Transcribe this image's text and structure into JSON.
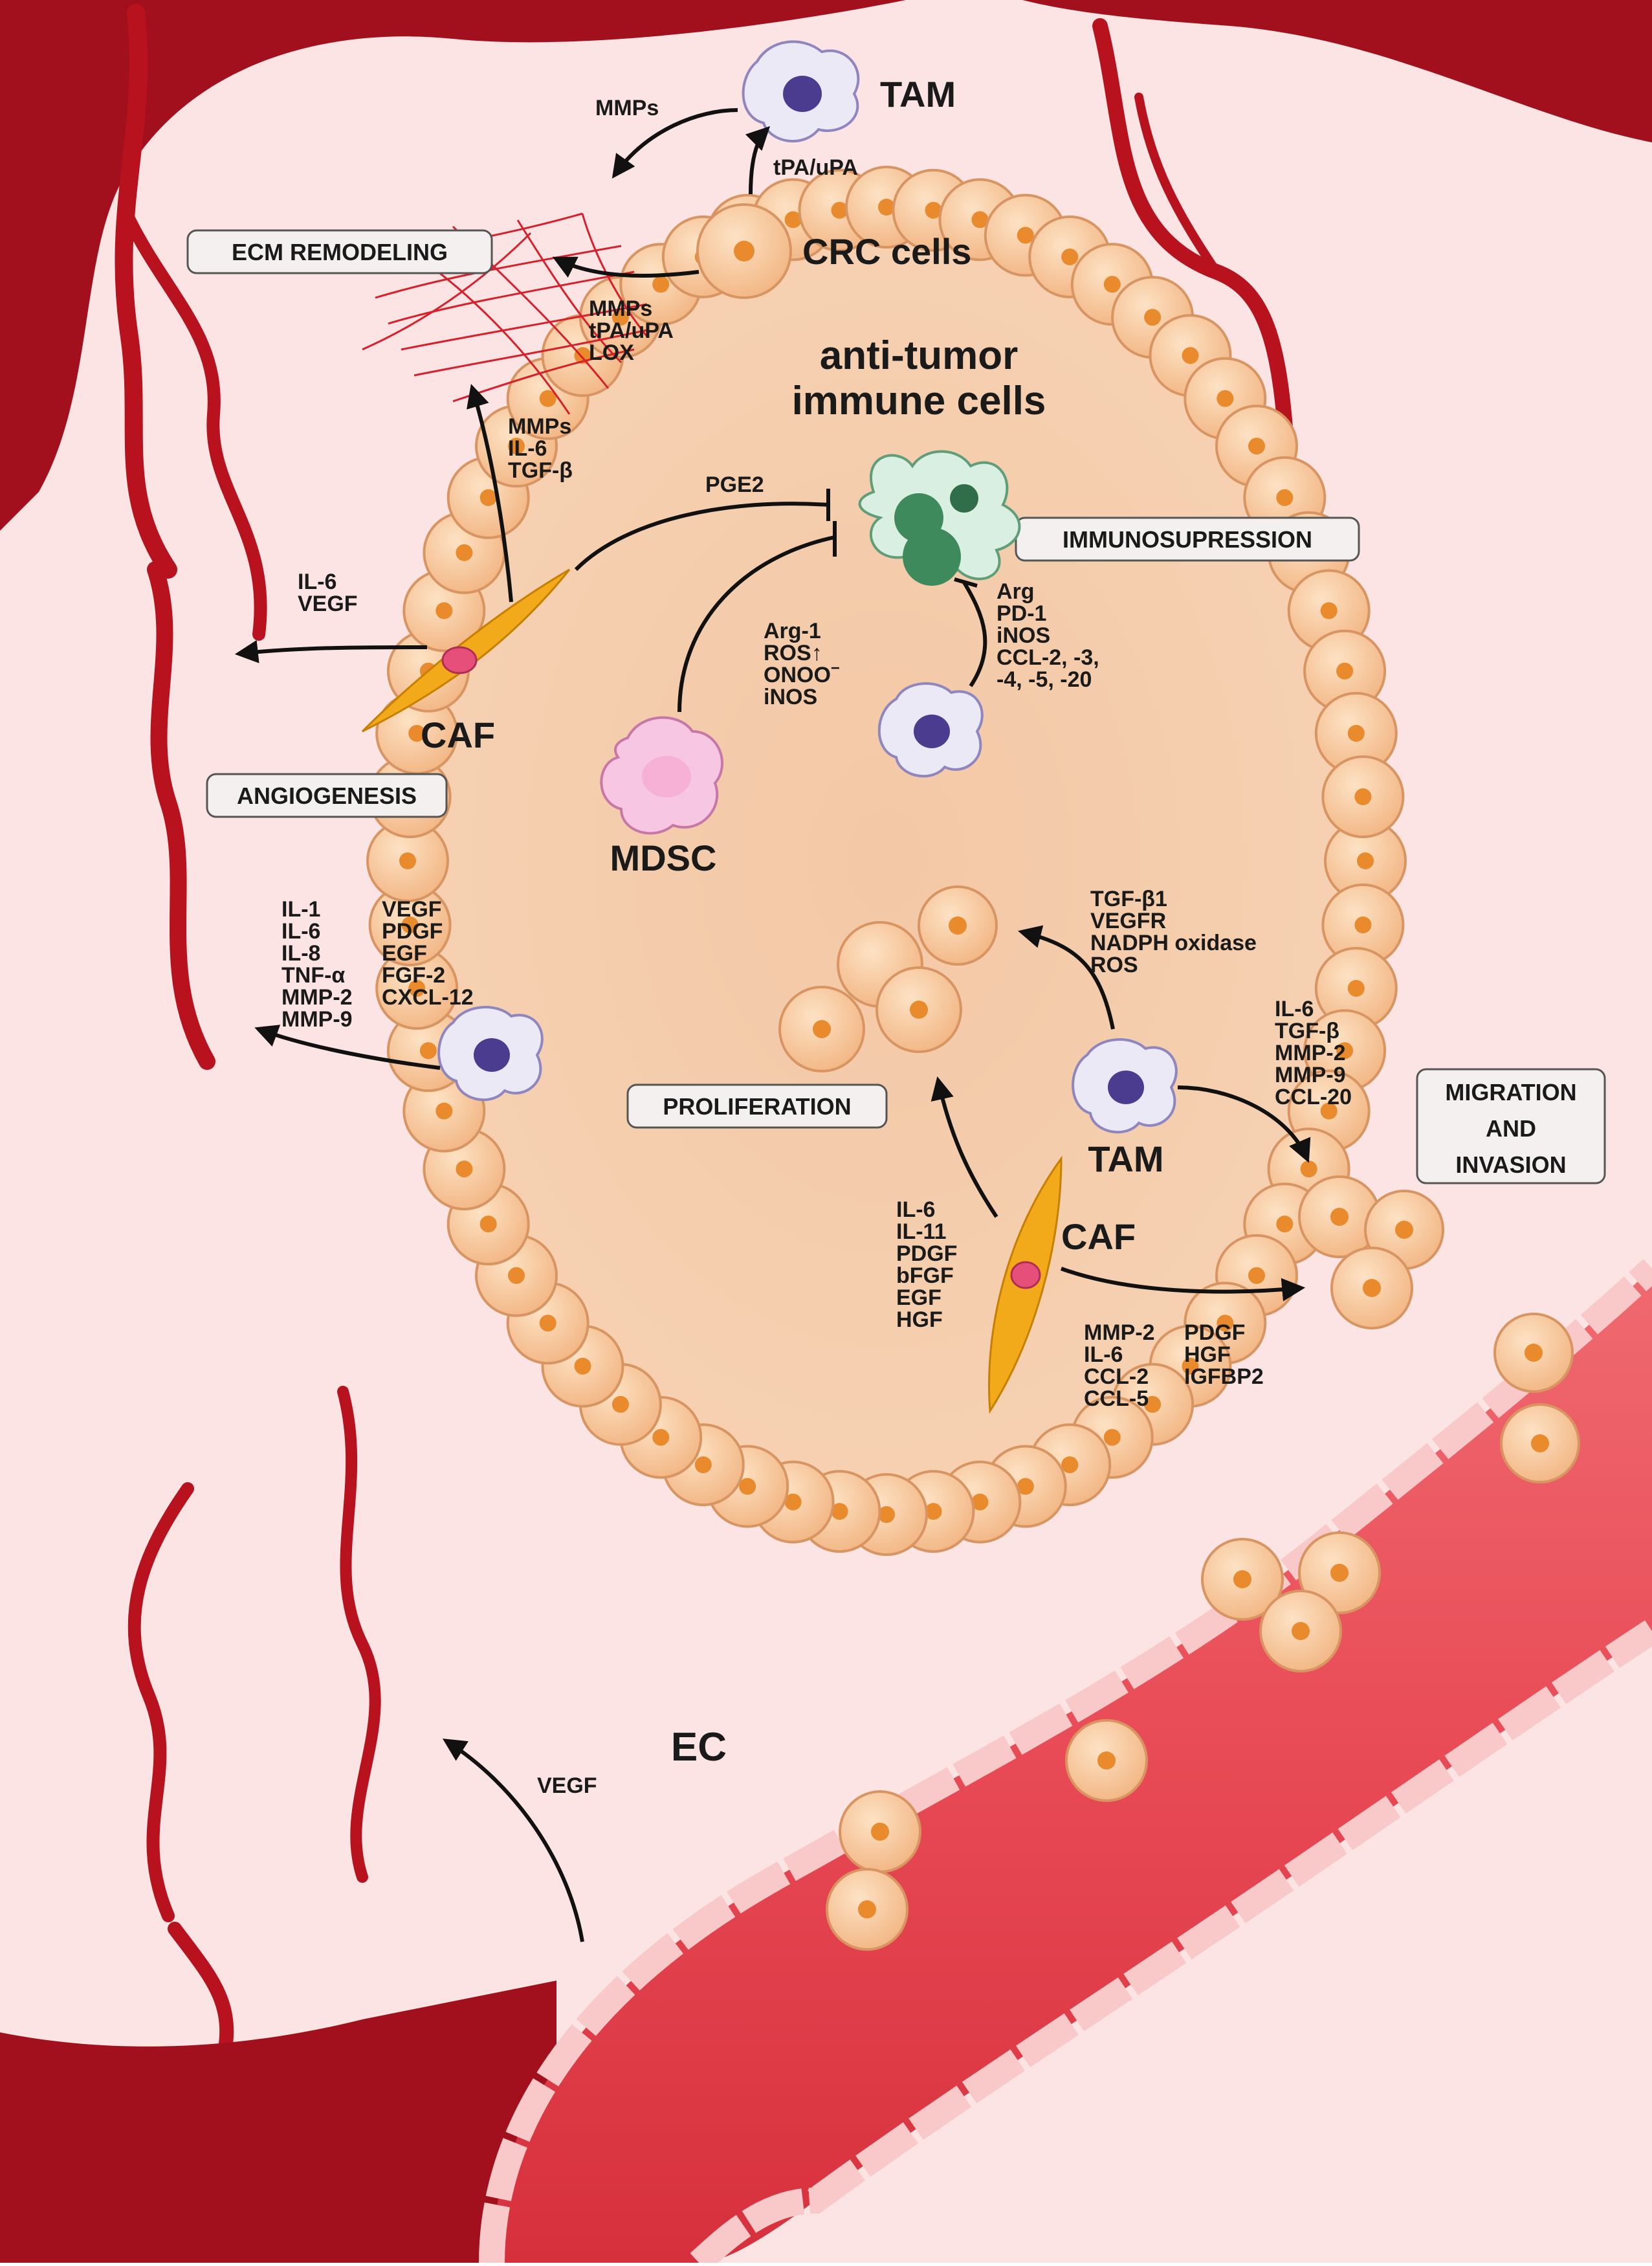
{
  "colors": {
    "background": "#fde4e4",
    "vessel_dark": "#a3101d",
    "vessel_light": "#e8575f",
    "tumor_cell": "#f7c79a",
    "nucleus": "#e98a2c",
    "caf": "#f2a91a",
    "tam": "#e6e3f4",
    "tam_nucleus": "#4b3c8f",
    "mdsc": "#f3b6d9",
    "immune": "#4f9e6f",
    "ecm": "#d81f2a"
  },
  "cells": {
    "tam_top": "TAM",
    "crc_cells": "CRC cells",
    "anti_tumor_line1": "anti-tumor",
    "anti_tumor_line2": "immune cells",
    "caf_left": "CAF",
    "mdsc": "MDSC",
    "tam_right": "TAM",
    "caf_right": "CAF",
    "ec": "EC"
  },
  "processes": {
    "ecm_remodeling": "ECM REMODELING",
    "immunosupression": "IMMUNOSUPRESSION",
    "angiogenesis": "ANGIOGENESIS",
    "proliferation": "PROLIFERATION",
    "migration": [
      "MIGRATION",
      "AND",
      "INVASION"
    ]
  },
  "factors": {
    "mmps_top": "MMPs",
    "tpa_upa_top": "tPA/uPA",
    "crc_to_ecm": [
      "MMPs",
      "tPA/uPA",
      "LOX"
    ],
    "caf_to_ecm": [
      "MMPs",
      "IL-6",
      "TGF-β"
    ],
    "pge2": "PGE2",
    "caf_to_vessel": [
      "IL-6",
      "VEGF"
    ],
    "mdsc_factors": [
      "Arg-1",
      "ROS",
      "ONOO",
      "iNOS"
    ],
    "ros_arrow": "↑",
    "onoo_sup": "−",
    "tam_suppress": [
      "Arg",
      "PD-1",
      "iNOS",
      "CCL-2, -3,",
      "-4, -5, -20"
    ],
    "tam_angio_col1": [
      "IL-1",
      "IL-6",
      "IL-8",
      "TNF-α",
      "MMP-2",
      "MMP-9"
    ],
    "tam_angio_col2": [
      "VEGF",
      "PDGF",
      "EGF",
      "FGF-2",
      "CXCL-12"
    ],
    "tam_prolif": [
      "TGF-β1",
      "VEGFR",
      "NADPH oxidase",
      "ROS"
    ],
    "tam_migration": [
      "IL-6",
      "TGF-β",
      "MMP-2",
      "MMP-9",
      "CCL-20"
    ],
    "caf_prolif": [
      "IL-6",
      "IL-11",
      "PDGF",
      "bFGF",
      "EGF",
      "HGF"
    ],
    "caf_migration_col1": [
      "MMP-2",
      "IL-6",
      "CCL-2",
      "CCL-5"
    ],
    "caf_migration_col2": [
      "PDGF",
      "HGF",
      "IGFBP2"
    ],
    "ec_vegf": "VEGF"
  }
}
